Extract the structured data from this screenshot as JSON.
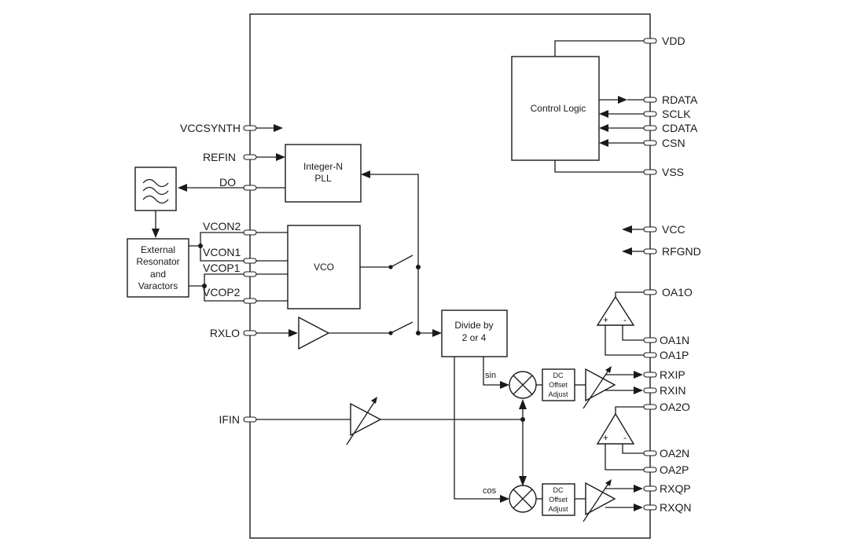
{
  "chip_pins": {
    "right": [
      "VDD",
      "RDATA",
      "SCLK",
      "CDATA",
      "CSN",
      "VSS",
      "VCC",
      "RFGND",
      "OA1O",
      "OA1N",
      "OA1P",
      "RXIP",
      "RXIN",
      "OA2O",
      "OA2N",
      "OA2P",
      "RXQP",
      "RXQN"
    ],
    "left": [
      "VCCSYNTH",
      "REFIN",
      "DO",
      "VCON2",
      "VCON1",
      "VCOP1",
      "VCOP2",
      "RXLO",
      "IFIN"
    ]
  },
  "blocks": {
    "control_logic": "Control Logic",
    "pll_line1": "Integer-N",
    "pll_line2": "PLL",
    "vco": "VCO",
    "divider_line1": "Divide by",
    "divider_line2": "2 or 4",
    "resonator_lines": [
      "External",
      "Resonator",
      "and",
      "Varactors"
    ],
    "dc_offset_lines": [
      "DC",
      "Offset",
      "Adjust"
    ]
  },
  "signals": {
    "sin": "sin",
    "cos": "cos"
  },
  "opamp_signs": {
    "plus": "+",
    "minus": "-"
  }
}
